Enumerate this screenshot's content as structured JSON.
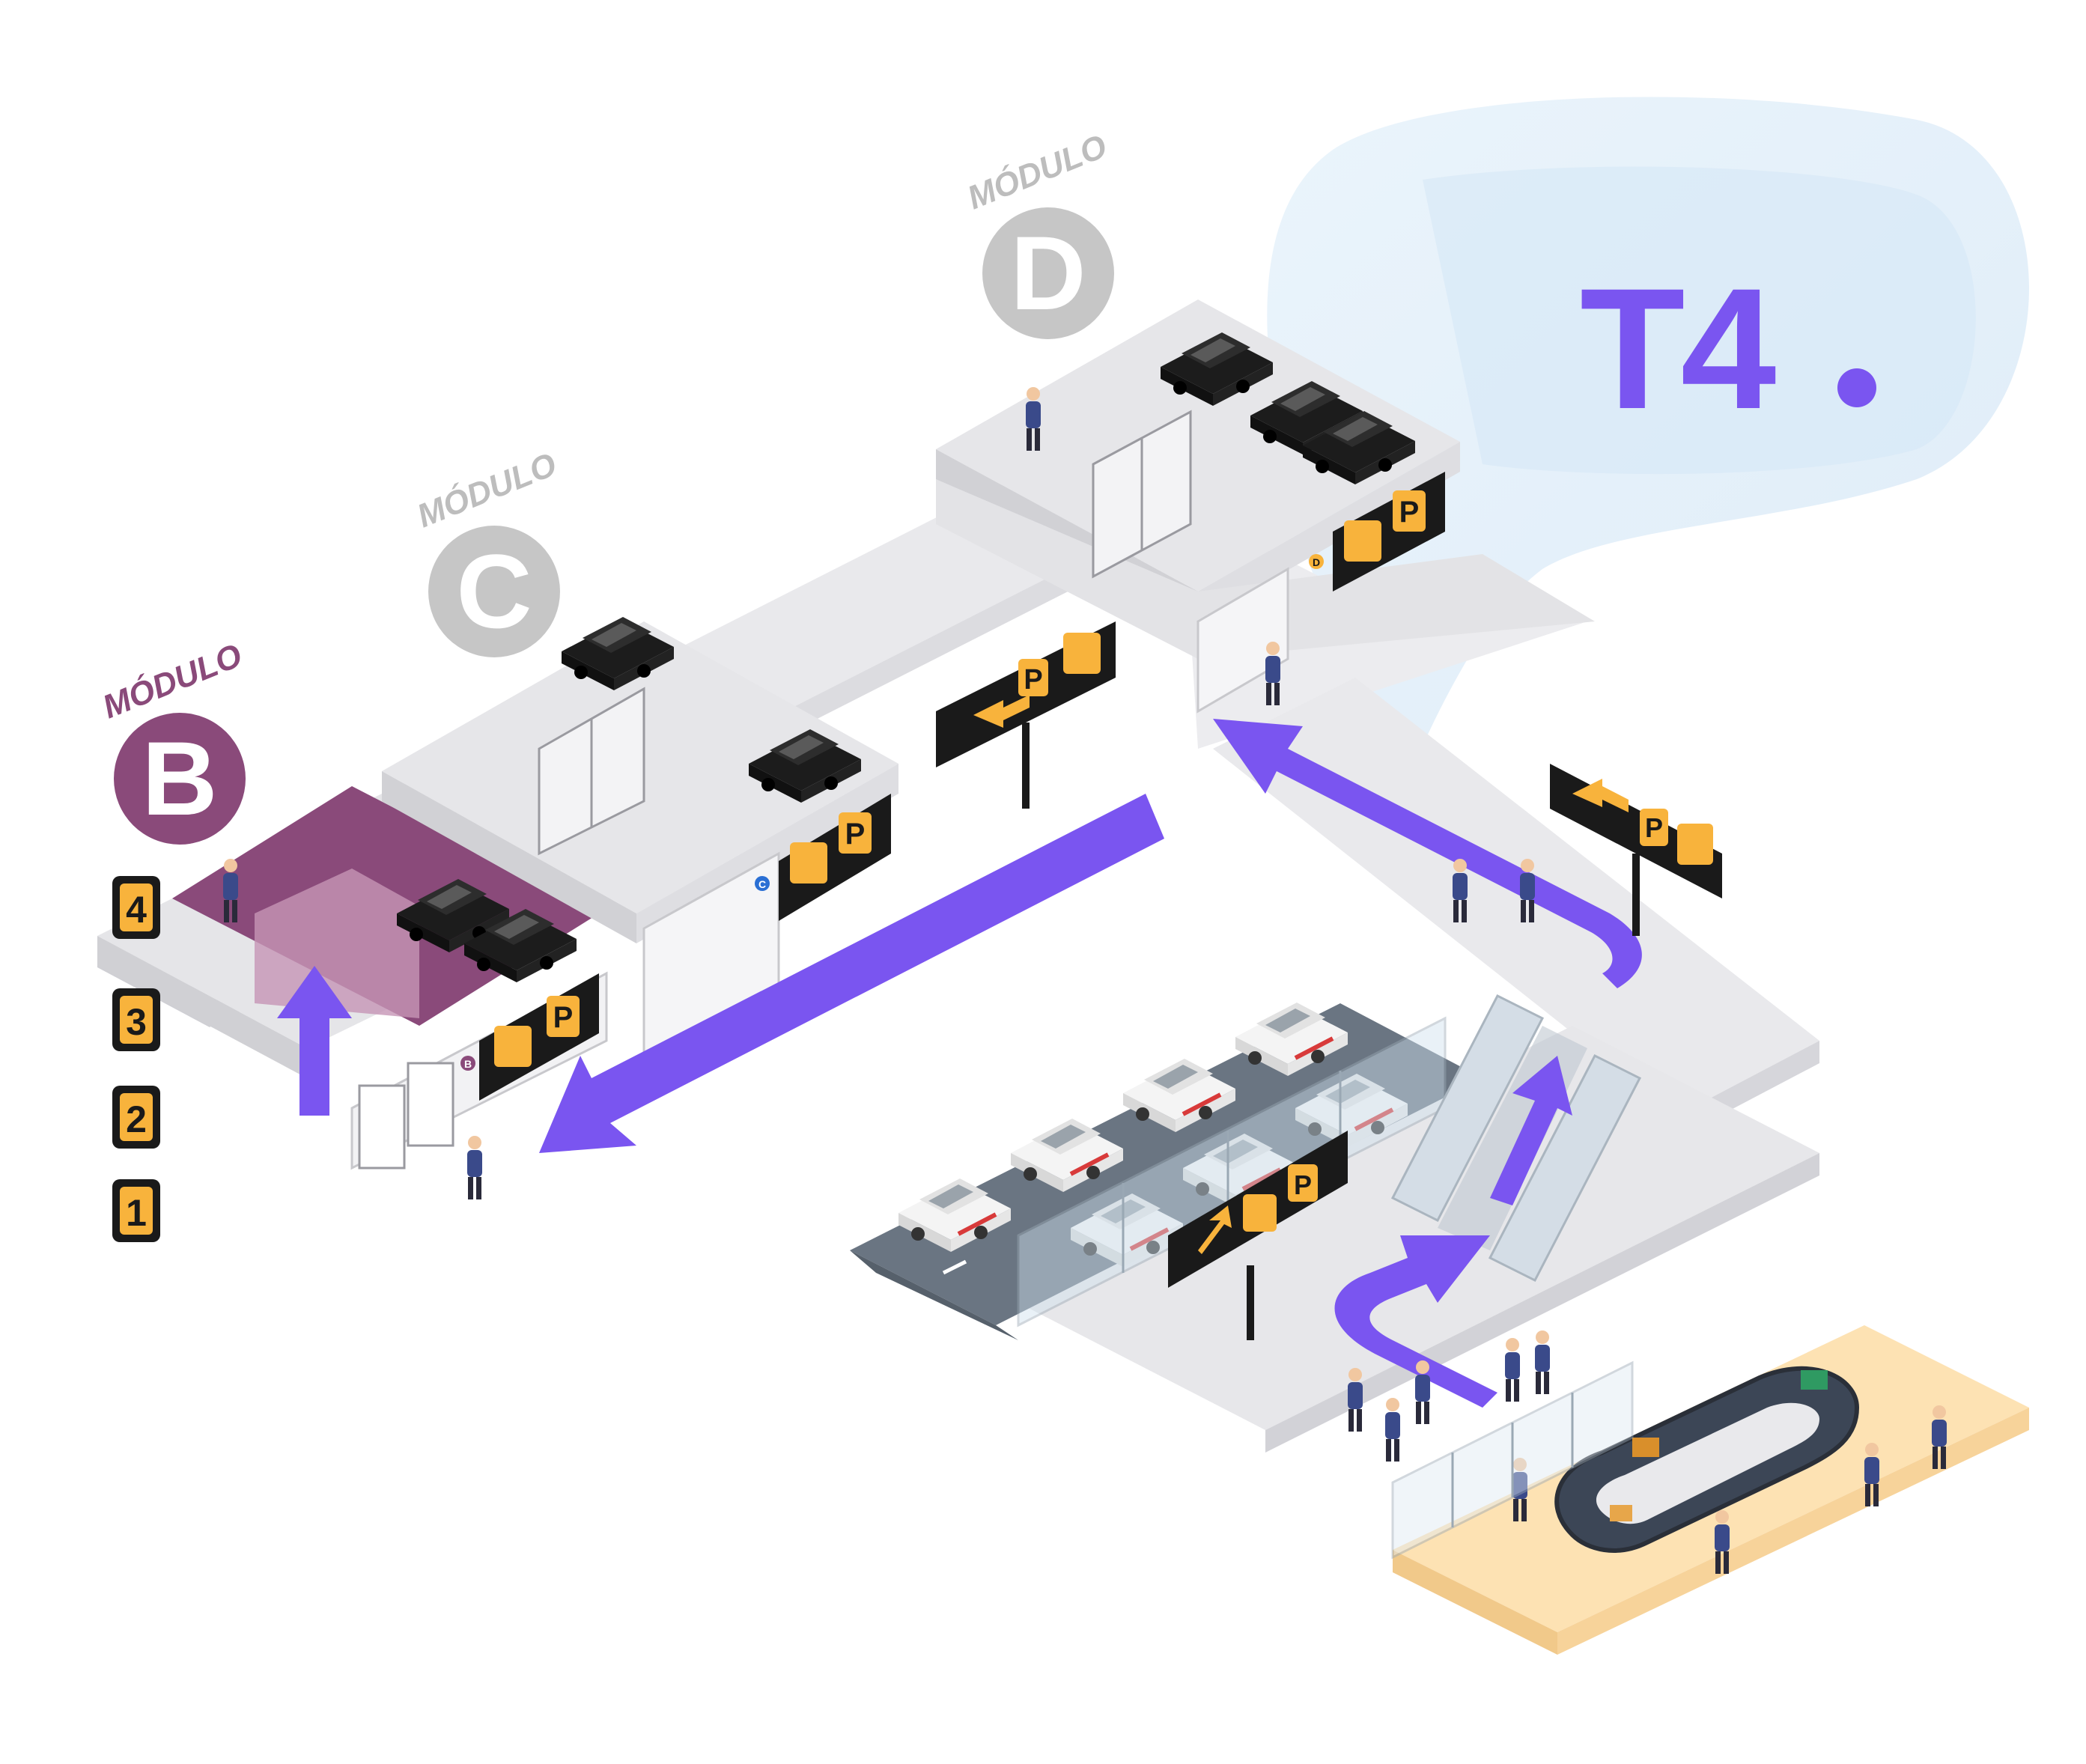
{
  "terminal": {
    "label": "T4"
  },
  "modules": {
    "b": {
      "label": "MÓDULO",
      "letter": "B",
      "tag": "B"
    },
    "c": {
      "label": "MÓDULO",
      "letter": "C",
      "tag": "C"
    },
    "d": {
      "label": "MÓDULO",
      "letter": "D",
      "tag": "D"
    }
  },
  "floors": [
    "4",
    "3",
    "2",
    "1"
  ],
  "signs": {
    "parking": "P"
  },
  "colors": {
    "accent": "#7a55f0",
    "module_b": "#8a4a7a",
    "module_inactive": "#c6c6c6",
    "sign_bg": "#1a1a1a",
    "sign_icon": "#f8b33c",
    "baggage_floor": "#fde2b3"
  },
  "icons": [
    "left-arrow-icon",
    "up-right-arrow-icon",
    "parking-icon",
    "elevator-icon",
    "escalator-icon"
  ]
}
